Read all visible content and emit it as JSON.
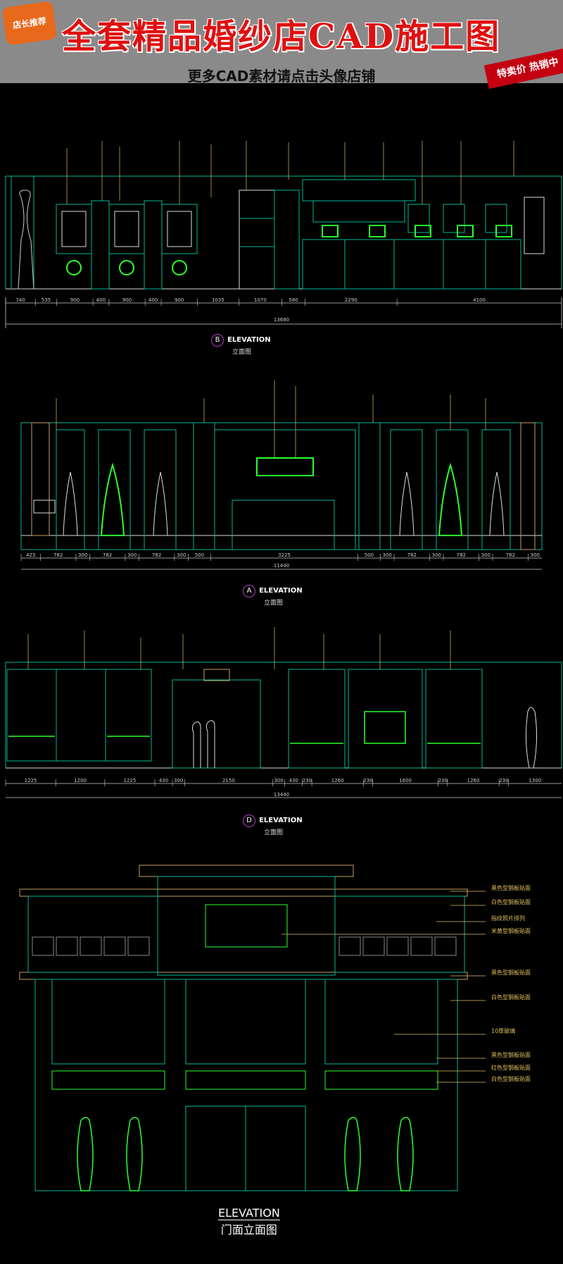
{
  "header": {
    "title": "全套精品婚纱店CAD施工图",
    "subtitle": "更多CAD素材请点击头像店铺",
    "badge": "店长推荐",
    "ribbon": "特卖价 热销中"
  },
  "elevation_b": {
    "marker": "B",
    "label": "ELEVATION",
    "sublabel": "立面图",
    "total": "13680",
    "dims": [
      "740",
      "535",
      "900",
      "400",
      "900",
      "400",
      "900",
      "1035",
      "1070",
      "580",
      "2290",
      "4100"
    ]
  },
  "elevation_a": {
    "marker": "A",
    "label": "ELEVATION",
    "sublabel": "立面图",
    "total": "11440",
    "dims": [
      "423",
      "782",
      "300",
      "782",
      "300",
      "782",
      "300",
      "500",
      "3225",
      "500",
      "300",
      "782",
      "300",
      "782",
      "300",
      "782",
      "300"
    ]
  },
  "elevation_d": {
    "marker": "D",
    "label": "ELEVATION",
    "sublabel": "立面图",
    "total": "13440",
    "dims": [
      "1225",
      "1200",
      "1225",
      "430",
      "300",
      "2150",
      "300",
      "430",
      "230",
      "1260",
      "230",
      "1600",
      "230",
      "1260",
      "230",
      "1300"
    ]
  },
  "facade": {
    "label": "ELEVATION",
    "sublabel": "门面立面图",
    "annotations": [
      "黑色型钢板贴面",
      "白色型钢板贴面",
      "指纹照片排列",
      "米黄型钢板贴面",
      "黑色型钢板贴面",
      "白色型钢板贴面",
      "10厚玻璃",
      "黑色型钢板贴面",
      "红色型钢板贴面",
      "白色型钢板贴面"
    ]
  },
  "colors": {
    "lines": "#00c8a0",
    "accent": "#2aff2a",
    "annotation": "#e0c060",
    "dim": "#cccccc"
  }
}
